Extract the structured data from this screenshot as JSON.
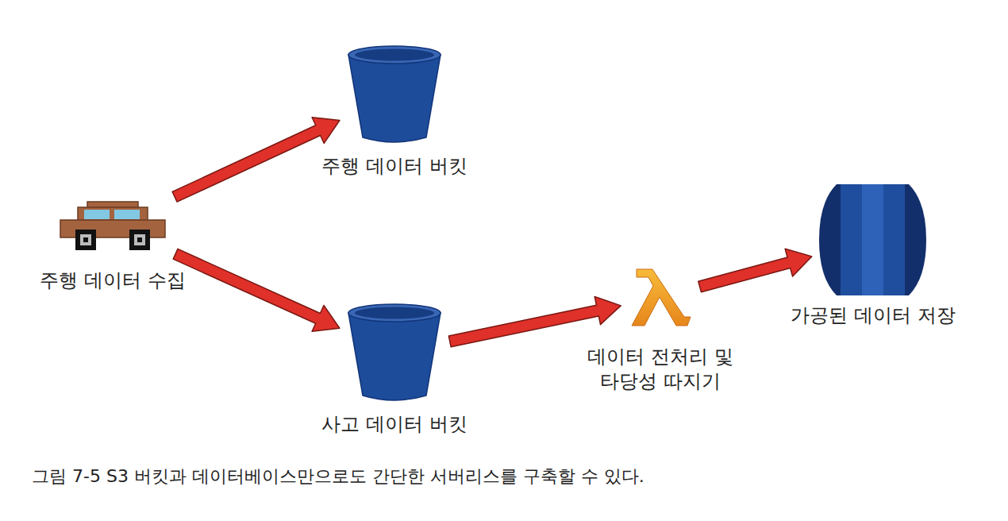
{
  "diagram": {
    "caption": "그림 7-5 S3 버킷과 데이터베이스만으로도 간단한 서버리스를 구축할 수 있다.",
    "nodes": [
      {
        "text": [
          "주행 데이터 수집"
        ]
      },
      {
        "text": [
          "주행 데이터 버킷"
        ]
      },
      {
        "text": [
          "사고 데이터 버킷"
        ]
      },
      {
        "text": [
          "데이터 전처리 및 타당성 따지기"
        ]
      },
      {
        "text": [
          "가공된 데이터 저장"
        ]
      }
    ],
    "edges": [
      {
        "from": 0,
        "to": 1,
        "arrow": "to"
      },
      {
        "from": 0,
        "to": 2,
        "arrow": "to"
      },
      {
        "from": 2,
        "to": 3,
        "arrow": "to"
      },
      {
        "from": 3,
        "to": 4,
        "arrow": "to"
      }
    ]
  }
}
